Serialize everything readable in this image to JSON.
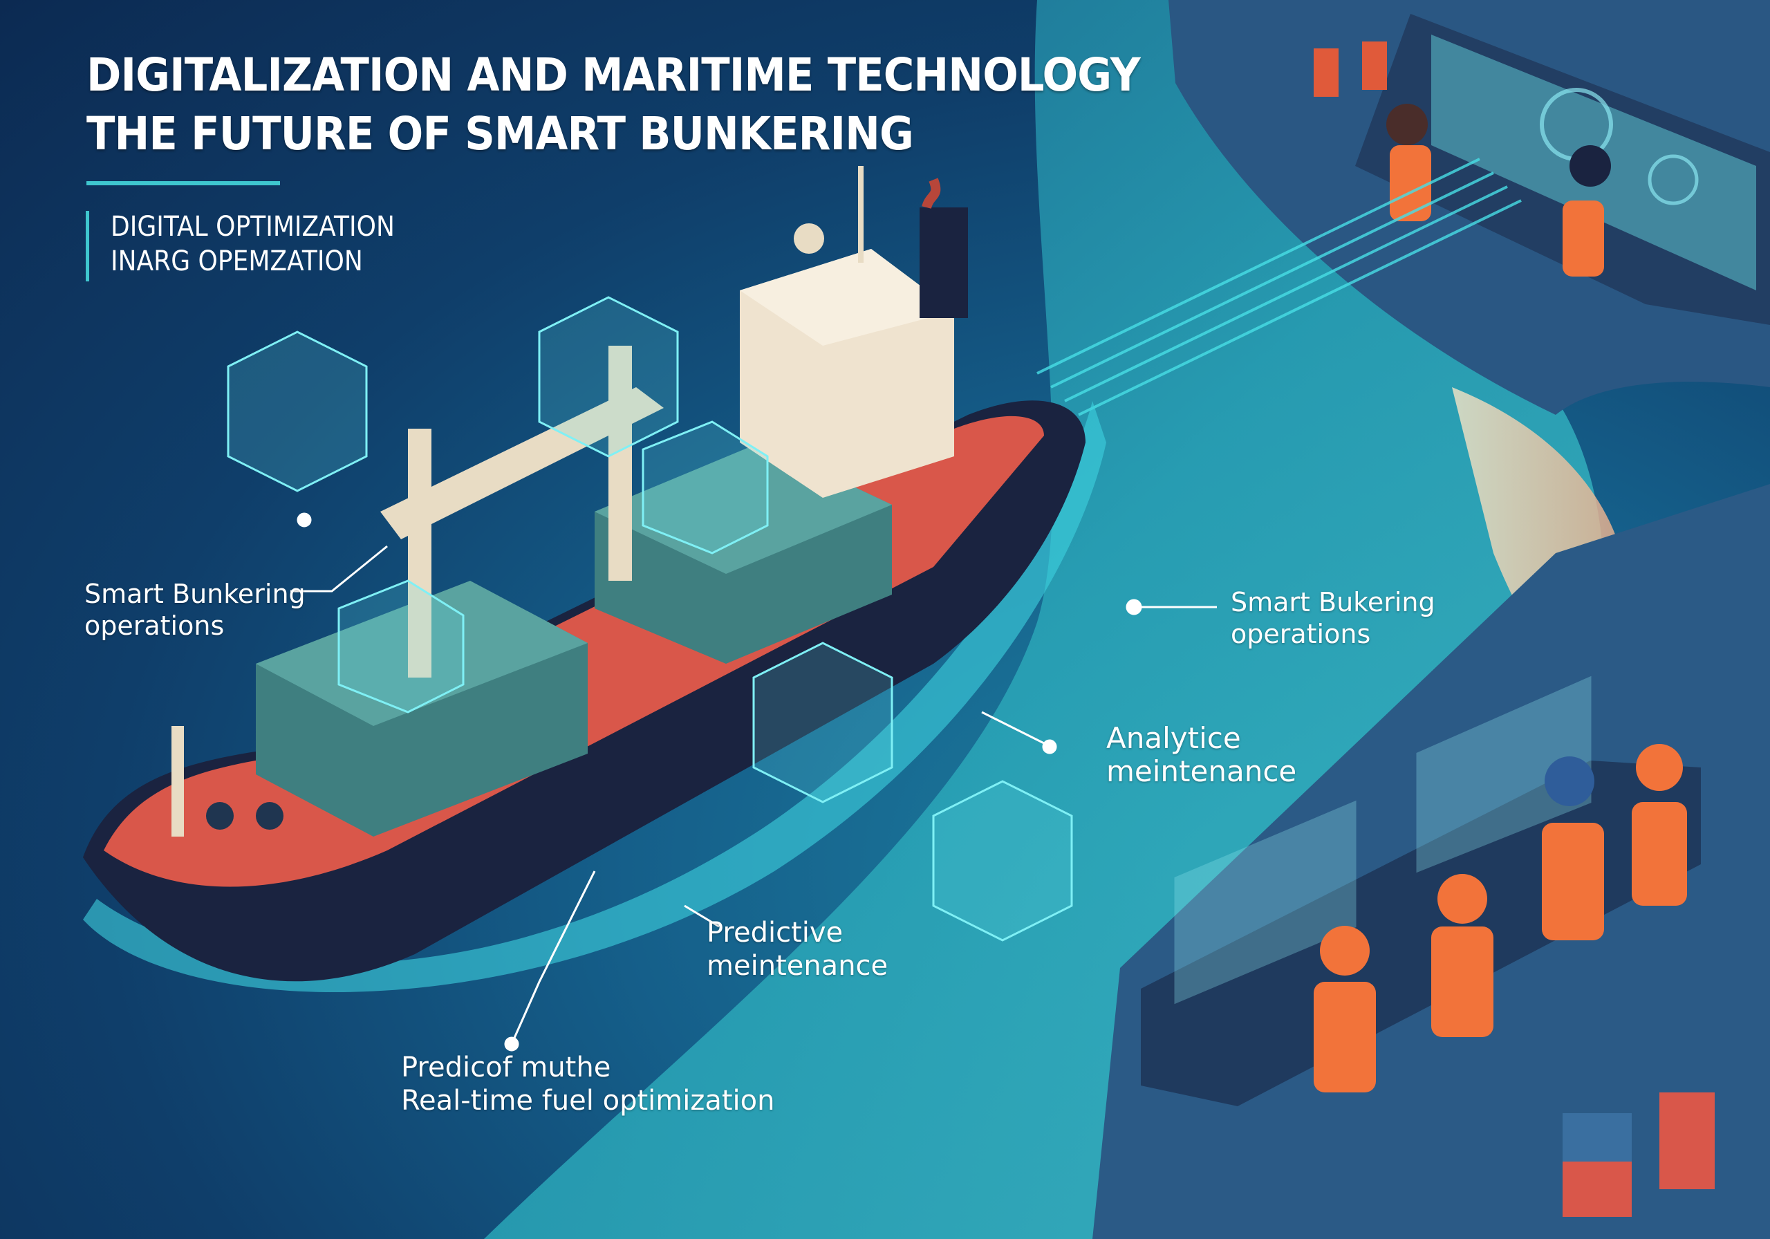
{
  "header": {
    "title_line1": "DIGITALIZATION AND MARITIME TECHNOLOGY",
    "title_line2": "THE FUTURE OF SMART BUNKERING",
    "subtitle_line1": "DIGITAL OPTIMIZATION",
    "subtitle_line2": "INARG OPEMZATION"
  },
  "callouts": [
    {
      "line1": "Smart Bunkering",
      "line2": "operations"
    },
    {
      "line1": "Smart Bukering",
      "line2": "operations"
    },
    {
      "line1": "Analytice",
      "line2": "meintenance"
    },
    {
      "line1": "Predictive",
      "line2": "meintenance"
    },
    {
      "line1": "Predicof muthe",
      "line2": "Real-time fuel optimization"
    }
  ],
  "colors": {
    "background_dark": "#0c2a52",
    "ocean_teal": "#2aa6b8",
    "accent_cyan": "#3fc6cf",
    "ship_hull": "#1a2340",
    "ship_deck": "#d9574a",
    "containers": "#3f7f80",
    "safety_orange": "#f2733a",
    "sand": "#f0b88a"
  }
}
